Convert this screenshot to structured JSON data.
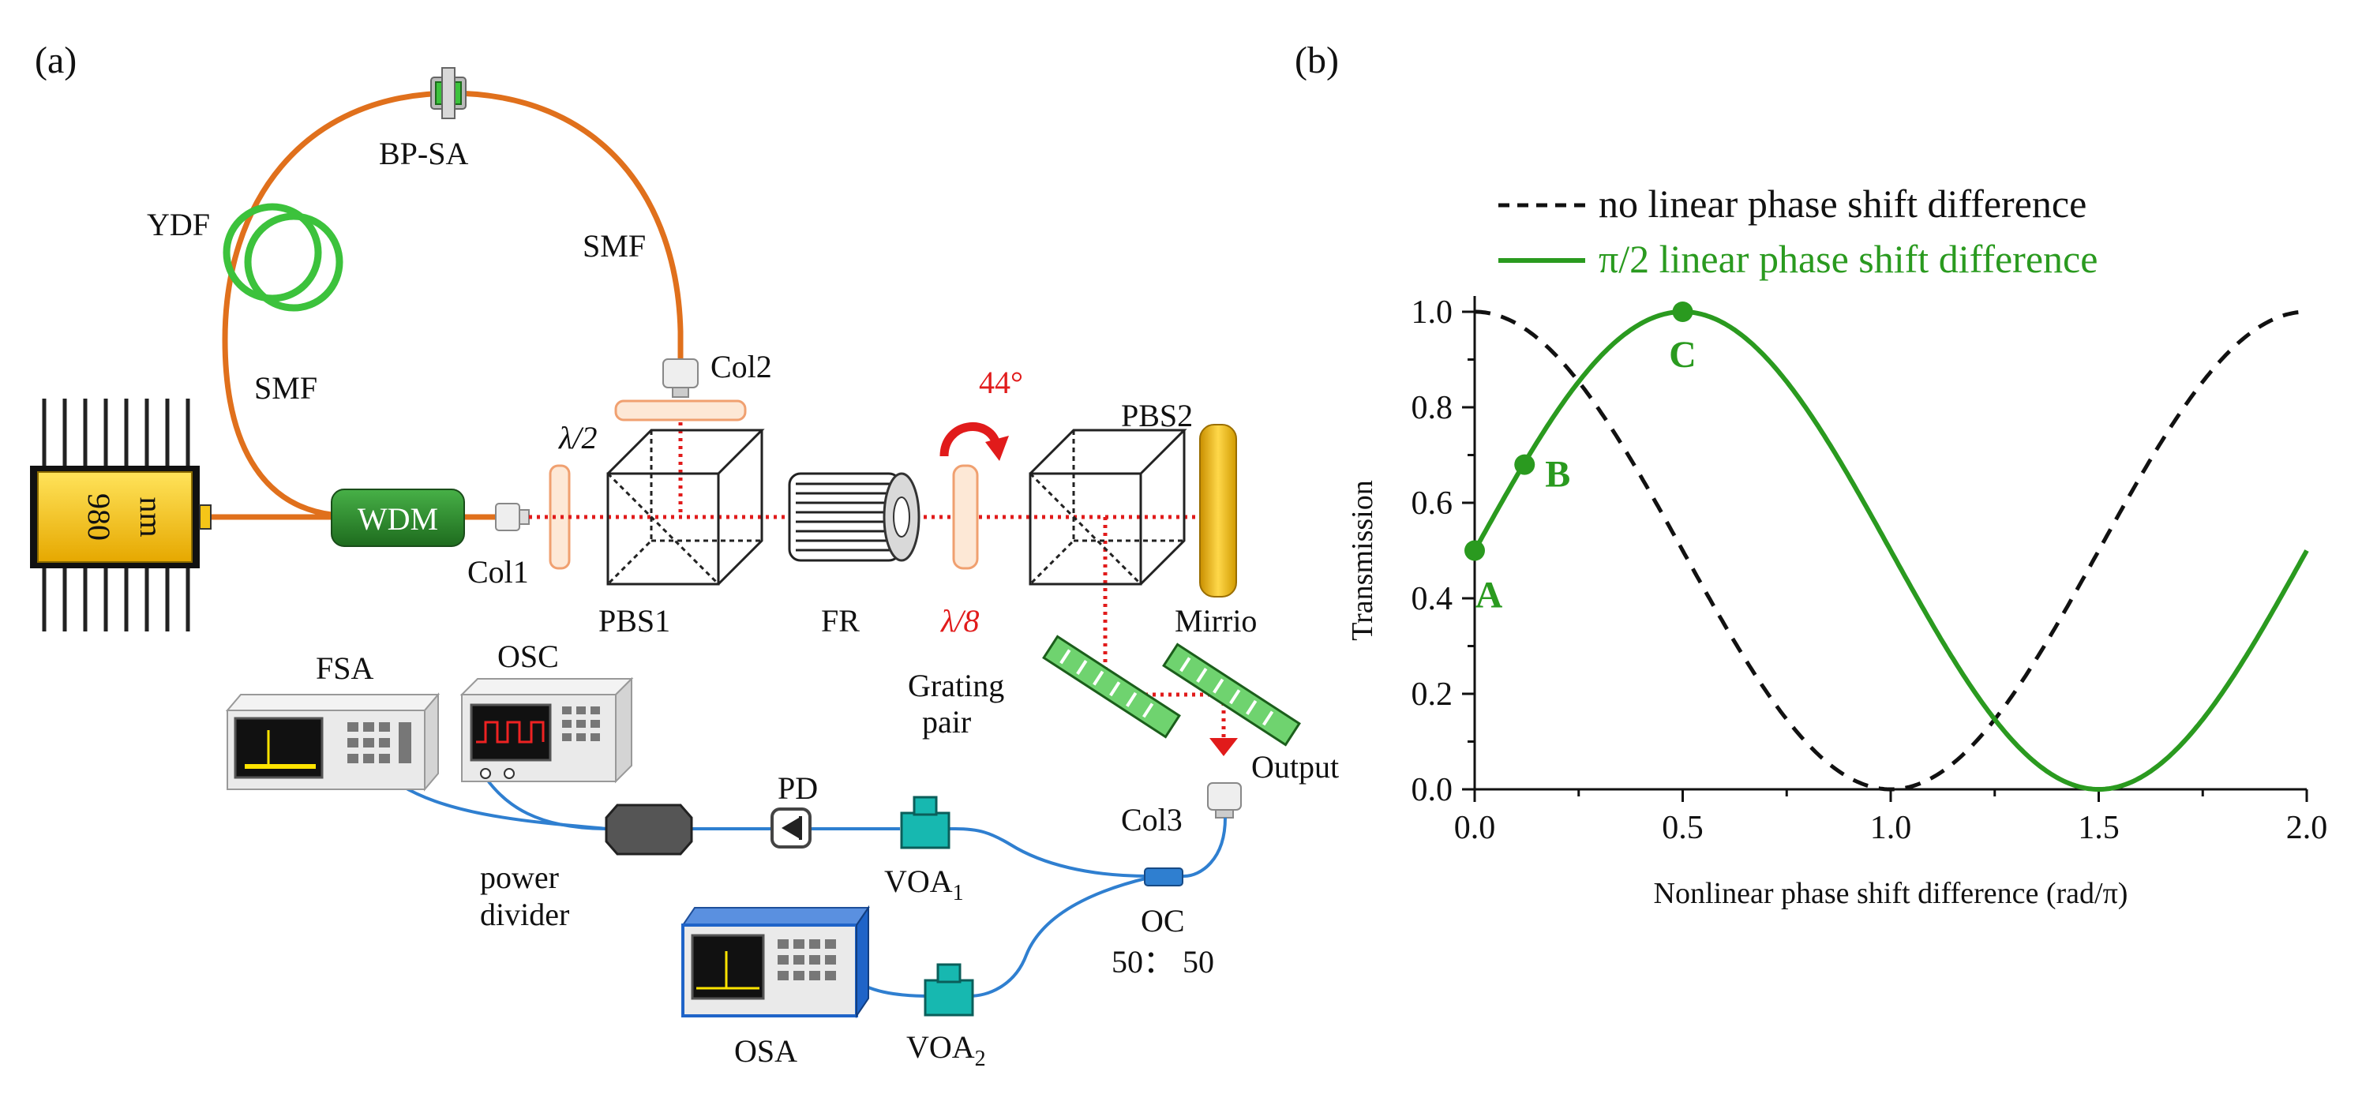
{
  "panel_a": {
    "label": "(a)",
    "components": {
      "pump": {
        "line1": "980",
        "line2": "nm"
      },
      "wdm": "WDM",
      "bp_sa": "BP-SA",
      "ydf": "YDF",
      "smf_left": "SMF",
      "smf_right": "SMF",
      "col1": "Col1",
      "col2": "Col2",
      "col3": "Col3",
      "half_wave": "λ/2",
      "pbs1": "PBS1",
      "fr": "FR",
      "angle": "44°",
      "eighth_wave": "λ/8",
      "pbs2": "PBS2",
      "mirror": "Mirrio",
      "grating_line1": "Grating",
      "grating_line2": "pair",
      "output": "Output",
      "fsa": "FSA",
      "osc": "OSC",
      "pd": "PD",
      "voa1": "VOA",
      "voa1_sub": "1",
      "voa2": "VOA",
      "voa2_sub": "2",
      "oc": "OC",
      "oc_ratio": "50： 50",
      "power_line1": "power",
      "power_line2": "divider",
      "osa": "OSA"
    },
    "colors": {
      "fiber_orange": "#e0701c",
      "cable_blue": "#2f7fd0",
      "beam_red": "#e11b1b",
      "ydf_green": "#3cc23c",
      "pump_yellow": "#f5c518",
      "wdm_green": "#2e8b2e",
      "voa_teal": "#17b8b0",
      "osa_blue": "#1f64c8"
    }
  },
  "panel_b": {
    "label": "(b)",
    "chart_data": {
      "type": "line",
      "xlabel": "Nonlinear phase shift difference (rad/π)",
      "ylabel": "Transmission",
      "xlim": [
        0,
        2
      ],
      "ylim": [
        0,
        1
      ],
      "xticks": [
        "0.0",
        "0.5",
        "1.0",
        "1.5",
        "2.0"
      ],
      "yticks": [
        "0.0",
        "0.2",
        "0.4",
        "0.6",
        "0.8",
        "1.0"
      ],
      "legend_position": "top",
      "series": [
        {
          "name": "no linear phase shift difference",
          "style": "dashed",
          "color": "#111111",
          "function": "cos^2(pi*x/2)"
        },
        {
          "name": "π/2 linear phase shift difference",
          "style": "solid",
          "color": "#2a9a1f",
          "function": "cos^2(pi*(x-0.5)/2)"
        }
      ],
      "points": [
        {
          "label": "A",
          "x": 0.0,
          "y": 0.5
        },
        {
          "label": "B",
          "x": 0.12,
          "y": 0.68
        },
        {
          "label": "C",
          "x": 0.5,
          "y": 1.0
        }
      ]
    }
  }
}
